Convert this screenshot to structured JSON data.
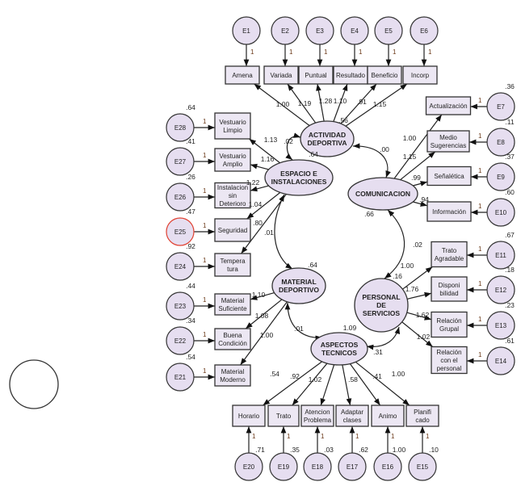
{
  "latents": {
    "actividad": {
      "label": [
        "ACTIVIDAD",
        "DEPORTIVA"
      ],
      "variance": ".56"
    },
    "espacio": {
      "label": [
        "ESPACIO E",
        "INSTALACIONES"
      ],
      "variance": ".64"
    },
    "comunicacion": {
      "label": [
        "COMUNICACION"
      ],
      "variance": ".66"
    },
    "material": {
      "label": [
        "MATERIAL",
        "DEPORTIVO"
      ],
      "variance": ".64"
    },
    "personal": {
      "label": [
        "PERSONAL",
        "DE",
        "SERVICIOS"
      ],
      "variance": ".16"
    },
    "aspectos": {
      "label": [
        "ASPECTOS",
        "TECNICOS"
      ],
      "variance": "1.09"
    }
  },
  "groups": {
    "top": [
      {
        "label": [
          "Amena"
        ],
        "error": "E1",
        "weight": "1",
        "loading": "1.00"
      },
      {
        "label": [
          "Variada"
        ],
        "error": "E2",
        "weight": "1",
        "loading": "1.19"
      },
      {
        "label": [
          "Puntual"
        ],
        "error": "E3",
        "weight": "1",
        "loading": "1.28"
      },
      {
        "label": [
          "Resultado"
        ],
        "error": "E4",
        "weight": "1",
        "loading": "1.10"
      },
      {
        "label": [
          "Beneficio"
        ],
        "error": "E5",
        "weight": "1",
        "loading": ".91"
      },
      {
        "label": [
          "Incorp"
        ],
        "error": "E6",
        "weight": "1",
        "loading": "1.15"
      }
    ],
    "espacio": [
      {
        "label": [
          "Vestuario",
          "Limpio"
        ],
        "error": "E28",
        "weight": "1",
        "variance": ".64",
        "loading": "1.13"
      },
      {
        "label": [
          "Vestuario",
          "Amplio"
        ],
        "error": "E27",
        "weight": "1",
        "variance": ".41",
        "loading": "1.16"
      },
      {
        "label": [
          "Instalacion",
          "sin",
          "Deterioro"
        ],
        "error": "E26",
        "weight": "1",
        "variance": ".26",
        "loading": "1.22"
      },
      {
        "label": [
          "Seguridad"
        ],
        "error": "E25",
        "weight": "1",
        "variance": ".47",
        "loading": "1.04"
      },
      {
        "label": [
          "Tempera",
          "tura"
        ],
        "error": "E24",
        "weight": "1",
        "variance": ".92",
        "loading": ".80"
      }
    ],
    "comunicacion": [
      {
        "label": [
          "Actualización"
        ],
        "error": "E7",
        "weight": "1",
        "variance": ".36",
        "loading": "1.00"
      },
      {
        "label": [
          "Medio",
          "Sugerencias"
        ],
        "error": "E8",
        "weight": "1",
        "variance": ".11",
        "loading": "1.15"
      },
      {
        "label": [
          "Señalética"
        ],
        "error": "E9",
        "weight": "1",
        "variance": ".37",
        "loading": ".99"
      },
      {
        "label": [
          "Información"
        ],
        "error": "E10",
        "weight": "1",
        "variance": ".60",
        "loading": ".94"
      }
    ],
    "personal": [
      {
        "label": [
          "Trato",
          "Agradable"
        ],
        "error": "E11",
        "weight": "1",
        "variance": ".67",
        "loading": "1.00"
      },
      {
        "label": [
          "Disponi",
          "bilidad"
        ],
        "error": "E12",
        "weight": "1",
        "variance": ".18",
        "loading": "1.76"
      },
      {
        "label": [
          "Relación",
          "Grupal"
        ],
        "error": "E13",
        "weight": "1",
        "variance": ".23",
        "loading": "1.62"
      },
      {
        "label": [
          "Relación",
          "con el",
          "personal"
        ],
        "error": "E14",
        "weight": "1",
        "variance": ".61",
        "loading": "1.02"
      }
    ],
    "material": [
      {
        "label": [
          "Material",
          "Suficiente"
        ],
        "error": "E23",
        "weight": "1",
        "variance": ".44",
        "loading": "1.10"
      },
      {
        "label": [
          "Buena",
          "Condición"
        ],
        "error": "E22",
        "weight": "1",
        "variance": ".34",
        "loading": "1.08"
      },
      {
        "label": [
          "Material",
          "Moderno"
        ],
        "error": "E21",
        "weight": "1",
        "variance": ".54",
        "loading": "1.00"
      }
    ],
    "aspectos": [
      {
        "label": [
          "Horario"
        ],
        "error": "E20",
        "weight": "1",
        "variance": ".71",
        "loading": ".54"
      },
      {
        "label": [
          "Trato"
        ],
        "error": "E19",
        "weight": "1",
        "variance": ".35",
        "loading": ".92"
      },
      {
        "label": [
          "Atencion",
          "Problema"
        ],
        "error": "E18",
        "weight": "1",
        "variance": ".03",
        "loading": "1.02"
      },
      {
        "label": [
          "Adaptar",
          "clases"
        ],
        "error": "E17",
        "weight": "1",
        "variance": ".62",
        "loading": ".58"
      },
      {
        "label": [
          "Animo"
        ],
        "error": "E16",
        "weight": "1",
        "variance": "1.00",
        "loading": ".41"
      },
      {
        "label": [
          "Planifi",
          "cado"
        ],
        "error": "E15",
        "weight": "1",
        "variance": ".10",
        "loading": "1.00"
      }
    ]
  },
  "covariances": {
    "actividad_espacio": ".02",
    "actividad_comunicacion": ".00",
    "espacio_material": ".01",
    "comunicacion_personal": ".02",
    "material_aspectos": ".01",
    "aspectos_personal": ".31"
  },
  "colors": {
    "highlight": "#e04030"
  }
}
